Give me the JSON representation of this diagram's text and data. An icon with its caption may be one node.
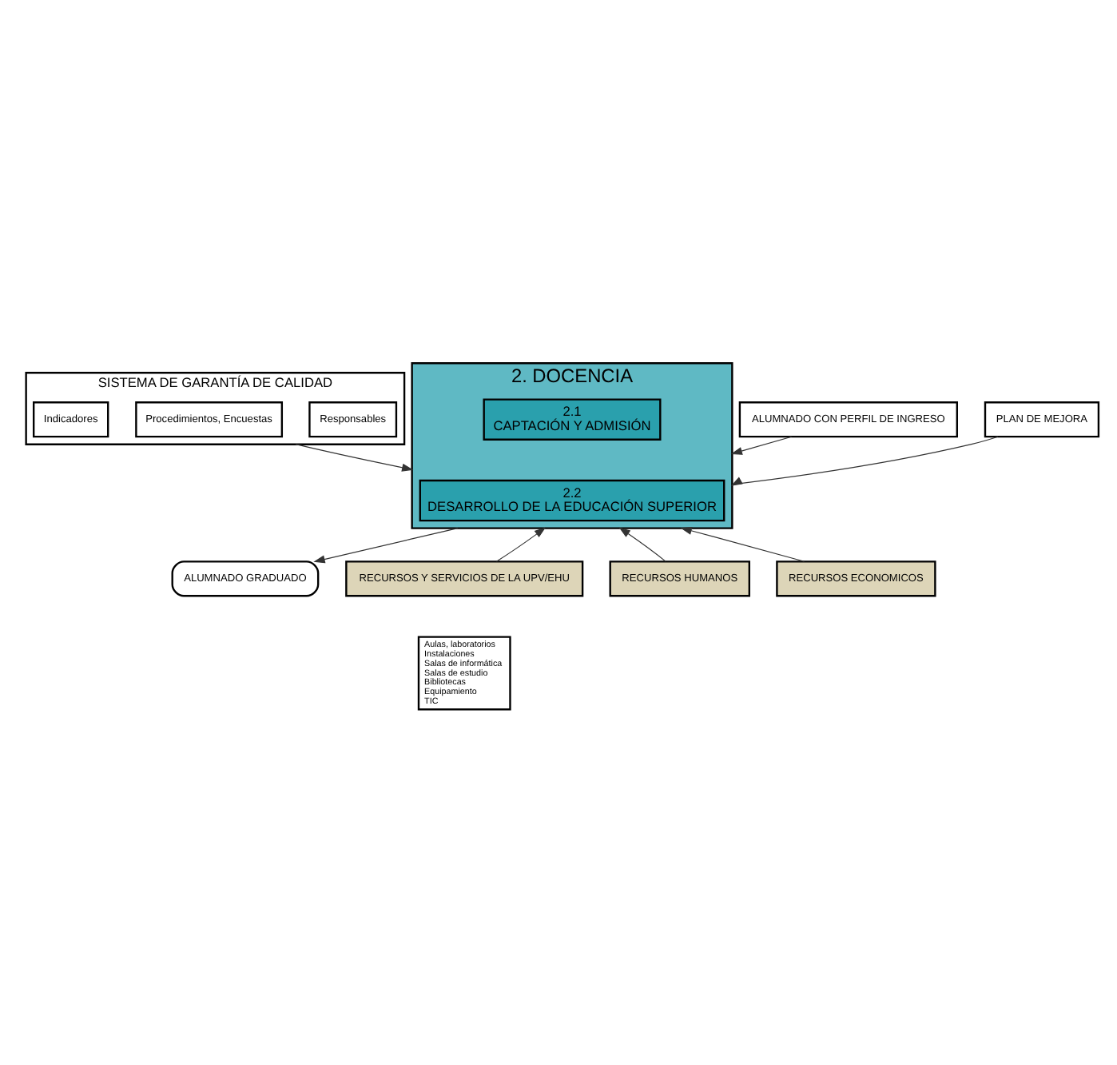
{
  "diagram": {
    "nodes": [
      {
        "text": [
          "SISTEMA DE GARANTÍA DE CALIDAD"
        ]
      },
      {
        "text": [
          "Responsables"
        ],
        "in": 0
      },
      {
        "text": [
          "Procedimientos, Encuestas"
        ],
        "in": 0
      },
      {
        "text": [
          "Indicadores"
        ],
        "in": 0
      },
      {
        "text": [
          "2. DOCENCIA"
        ]
      },
      {
        "text": [
          "2.1",
          "CAPTACIÓN Y ADMISIÓN"
        ],
        "in": 4
      },
      {
        "text": [
          "2.2",
          "DESARROLLO DE LA EDUCACIÓN SUPERIOR"
        ],
        "in": 4
      },
      {
        "text": [
          "ALUMNADO CON PERFIL DE INGRESO"
        ]
      },
      {
        "text": [
          "PLAN DE MEJORA"
        ]
      },
      {
        "text": [
          "ALUMNADO GRADUADO"
        ]
      },
      {
        "text": [
          "RECURSOS Y SERVICIOS DE LA UPV/EHU"
        ]
      },
      {
        "text": [
          "Aulas, laboratorios",
          "Instalaciones",
          "Salas de informática",
          "Salas de estudio",
          "Bibliotecas",
          "Equipamiento",
          "TIC"
        ]
      },
      {
        "text": [
          "RECURSOS HUMANOS"
        ]
      },
      {
        "text": [
          "RECURSOS ECONOMICOS"
        ]
      }
    ],
    "edges": [
      {
        "from": 0,
        "to": 4,
        "arrow": "to"
      },
      {
        "from": 7,
        "to": 4,
        "arrow": "to"
      },
      {
        "from": 8,
        "to": 4,
        "arrow": "to"
      },
      {
        "from": 4,
        "to": 9,
        "arrow": "to"
      },
      {
        "from": 10,
        "to": 4,
        "arrow": "to"
      },
      {
        "from": 12,
        "to": 4,
        "arrow": "to"
      },
      {
        "from": 13,
        "to": 4,
        "arrow": "to"
      }
    ]
  }
}
